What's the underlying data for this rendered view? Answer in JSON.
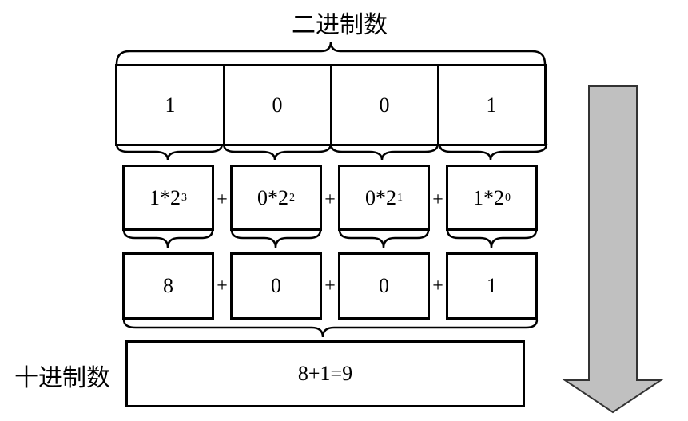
{
  "labels": {
    "binary": "二进制数",
    "decimal": "十进制数"
  },
  "binary_digits": [
    "1",
    "0",
    "0",
    "1"
  ],
  "terms": [
    {
      "coef": "1",
      "op": "*",
      "base": "2",
      "exp": "3"
    },
    {
      "coef": "0",
      "op": "*",
      "base": "2",
      "exp": "2"
    },
    {
      "coef": "0",
      "op": "*",
      "base": "2",
      "exp": "1"
    },
    {
      "coef": "1",
      "op": "*",
      "base": "2",
      "exp": "0"
    }
  ],
  "values": [
    "8",
    "0",
    "0",
    "1"
  ],
  "plus_sign": "+",
  "result": "8+1=9",
  "colors": {
    "arrow_fill": "#c0c0c0",
    "arrow_stroke": "#333333"
  }
}
